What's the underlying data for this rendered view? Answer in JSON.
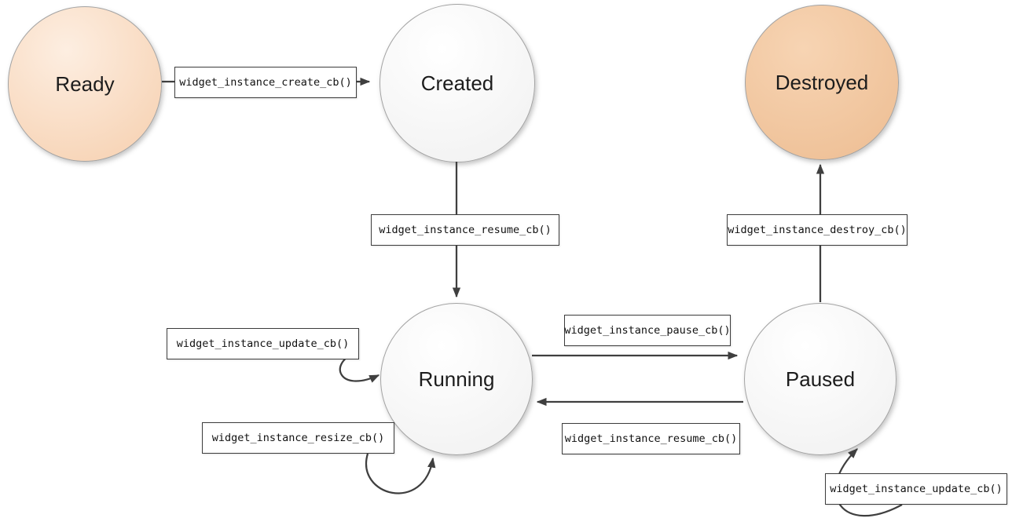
{
  "diagram": {
    "title": "widget-instance-lifecycle",
    "states": {
      "ready": {
        "label": "Ready"
      },
      "created": {
        "label": "Created"
      },
      "destroyed": {
        "label": "Destroyed"
      },
      "running": {
        "label": "Running"
      },
      "paused": {
        "label": "Paused"
      }
    },
    "transitions": {
      "create": {
        "label": "widget_instance_create_cb()",
        "from": "Ready",
        "to": "Created"
      },
      "resume_created": {
        "label": "widget_instance_resume_cb()",
        "from": "Created",
        "to": "Running"
      },
      "destroy": {
        "label": "widget_instance_destroy_cb()",
        "from": "Paused",
        "to": "Destroyed"
      },
      "update_running": {
        "label": "widget_instance_update_cb()",
        "from": "Running",
        "to": "Running"
      },
      "resize_running": {
        "label": "widget_instance_resize_cb()",
        "from": "Running",
        "to": "Running"
      },
      "pause": {
        "label": "widget_instance_pause_cb()",
        "from": "Running",
        "to": "Paused"
      },
      "resume_paused": {
        "label": "widget_instance_resume_cb()",
        "from": "Paused",
        "to": "Running"
      },
      "update_paused": {
        "label": "widget_instance_update_cb()",
        "from": "Paused",
        "to": "Paused"
      }
    },
    "colors": {
      "ready_fill": "#f6cfae",
      "destroyed_fill": "#edbd92",
      "neutral_fill": "#f7f7f7",
      "circle_border": "#a3a3a3",
      "box_border": "#3c3c3c",
      "arrow": "#3f3f3f",
      "background": "#ffffff"
    }
  }
}
